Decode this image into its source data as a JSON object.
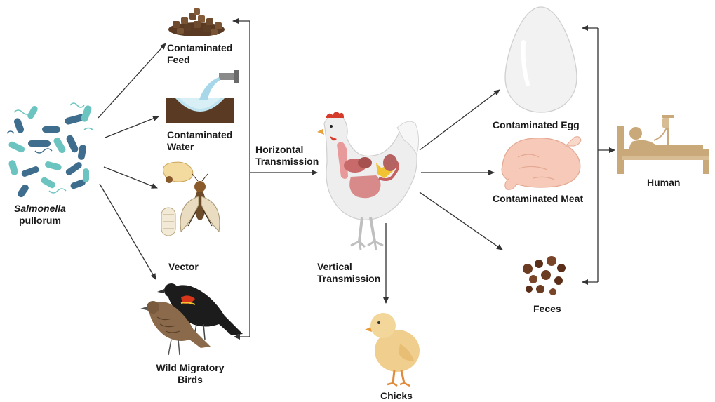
{
  "labels": {
    "source_line1": "Salmonella",
    "source_line2": "pullorum",
    "feed_line1": "Contaminated",
    "feed_line2": "Feed",
    "water_line1": "Contaminated",
    "water_line2": "Water",
    "vector": "Vector",
    "birds_line1": "Wild Migratory",
    "birds_line2": "Birds",
    "horizontal_line1": "Horizontal",
    "horizontal_line2": "Transmission",
    "vertical_line1": "Vertical",
    "vertical_line2": "Transmission",
    "chicks": "Chicks",
    "egg": "Contaminated Egg",
    "meat": "Contaminated Meat",
    "feces": "Feces",
    "human": "Human"
  },
  "icons": {
    "bacteria": "bacteria-cluster-icon",
    "feed": "feed-pellets-icon",
    "water": "water-pipe-icon",
    "vector": "fly-larva-icon",
    "birds": "migratory-birds-icon",
    "hen": "hen-anatomy-icon",
    "chick": "chick-icon",
    "egg": "egg-icon",
    "meat": "raw-chicken-icon",
    "feces": "feces-icon",
    "human": "patient-bed-icon"
  },
  "colors": {
    "arrow": "#333333",
    "bacteria_teal": "#6cc4c0",
    "bacteria_blue": "#3e6d8e",
    "feed": "#6e4a2e",
    "water": "#bfe3ef",
    "soil": "#5a3a22",
    "egg": "#f2f2f2",
    "meat": "#f6c9b8",
    "chick": "#f0cf8e",
    "human_icon": "#c9a87a",
    "bird_red": "#d8361a"
  }
}
